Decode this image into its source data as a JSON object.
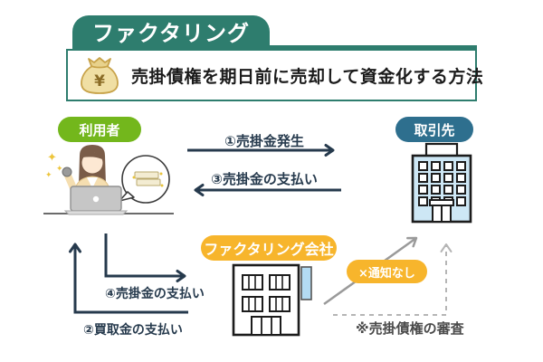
{
  "header": {
    "title": "ファクタリング",
    "subtitle": "売掛債権を期日前に売却して資金化する方法"
  },
  "entities": {
    "user": {
      "label": "利用者",
      "color": "#73B71C"
    },
    "client": {
      "label": "取引先",
      "color": "#2E6F8E"
    },
    "factoring_company": {
      "label": "ファクタリング会社",
      "color": "#F7B52C"
    }
  },
  "flows": {
    "step1": {
      "label": "①売掛金発生",
      "from": "利用者",
      "to": "取引先"
    },
    "step3": {
      "label": "③売掛金の支払い",
      "from": "取引先",
      "to": "利用者"
    },
    "step4": {
      "label": "④売掛金の支払い",
      "from": "利用者",
      "to": "ファクタリング会社"
    },
    "step2": {
      "label": "②買取金の支払い",
      "from": "ファクタリング会社",
      "to": "利用者"
    }
  },
  "annotations": {
    "no_notification_badge": "×通知なし",
    "review_note": "※売掛債権の審査"
  },
  "icons": {
    "money_bag": "money-bag-with-yen",
    "user_illustration": "woman-at-laptop-with-money-speech-bubble",
    "client_building": "blue-office-building",
    "factoring_building": "white-office-building-with-sign"
  },
  "colors": {
    "banner_teal": "#2E7D6E",
    "user_green": "#73B71C",
    "client_navy": "#2E6F8E",
    "factoring_orange": "#F7B52C",
    "arrow_dark": "#263A4D",
    "arrow_gray": "#9A9A9A",
    "arrow_dashed_gray": "#B5B5B5"
  }
}
